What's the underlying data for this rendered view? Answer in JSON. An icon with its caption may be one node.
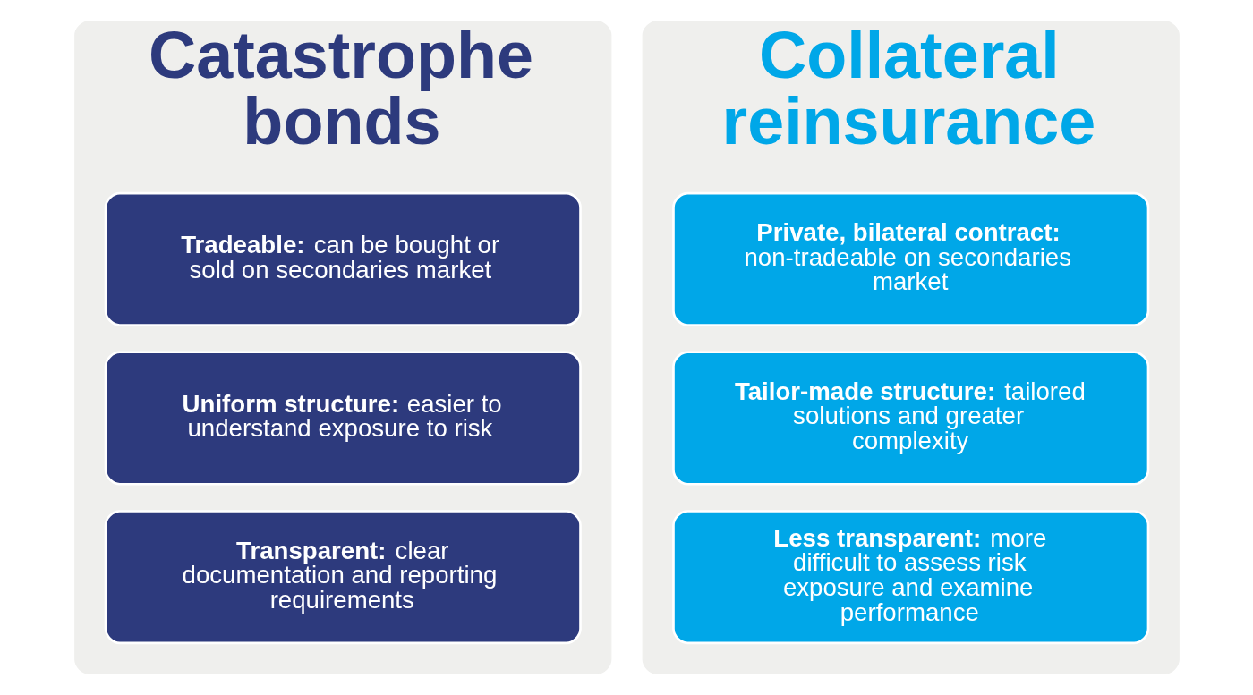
{
  "diagram": {
    "nodes": [
      {
        "text": [
          "Catastrophe bonds"
        ]
      },
      {
        "text": [
          "**Tradeable:** can be bought or sold on secondaries market"
        ],
        "in": 0
      },
      {
        "text": [
          "**Uniform structure:** easier to understand exposure to risk"
        ],
        "in": 0
      },
      {
        "text": [
          "**Transparent:** clear documentation and reporting requirements"
        ],
        "in": 0
      },
      {
        "text": [
          "Collateral reinsurance"
        ]
      },
      {
        "text": [
          "**Private, bilateral contract:** non-tradeable on secondaries market"
        ],
        "in": 4
      },
      {
        "text": [
          "**Tailor-made structure:** tailored solutions and greater complexity"
        ],
        "in": 4
      },
      {
        "text": [
          "**Less transparent:** more difficult to assess risk exposure and examine performance"
        ],
        "in": 4
      }
    ]
  }
}
